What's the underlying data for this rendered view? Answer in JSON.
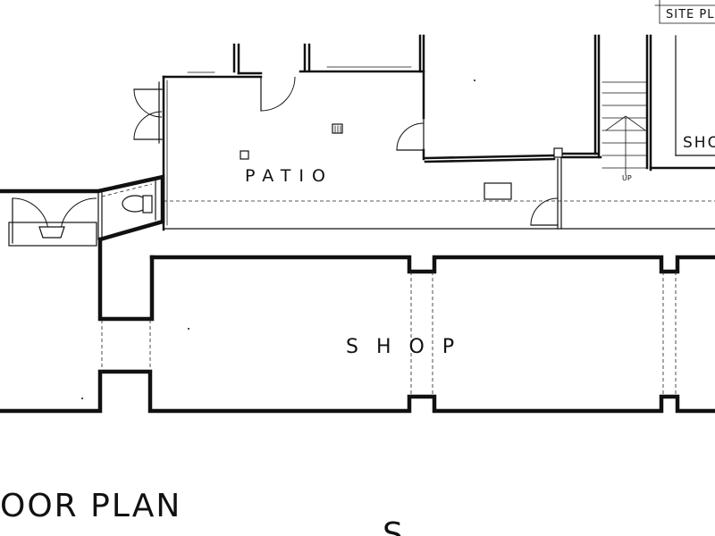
{
  "labels": {
    "site_plan": "SITE PLA",
    "patio": "PATIO",
    "shop_main": "SHOP",
    "shop_side": "SHOP",
    "up": "UP",
    "floor_plan": "OOR PLAN",
    "bottom_letter": "S"
  }
}
